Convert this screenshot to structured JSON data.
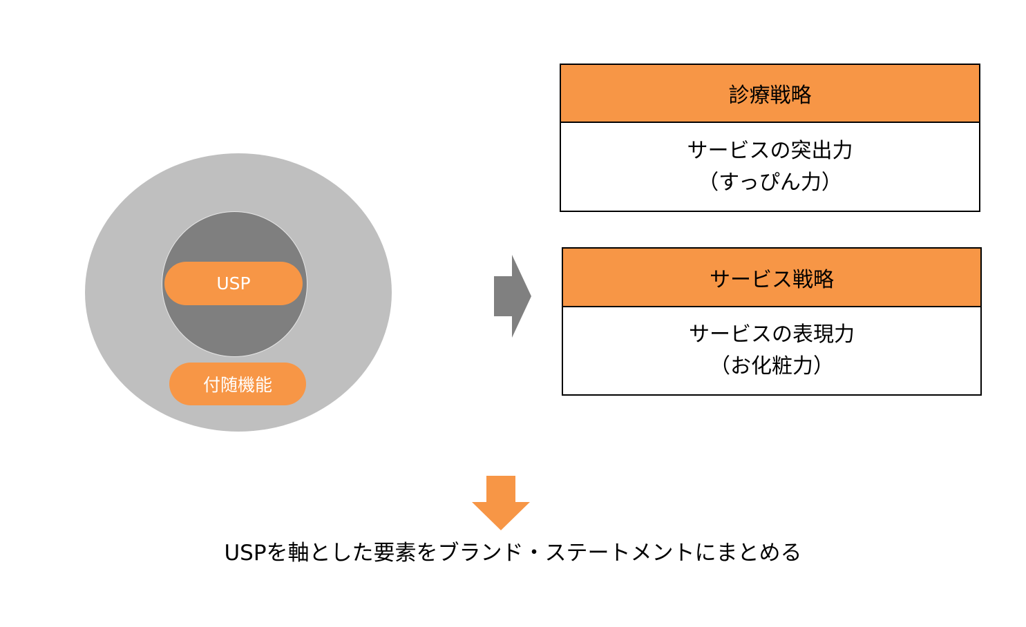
{
  "diagram": {
    "left": {
      "outer_circle_label": "",
      "core_label": "USP",
      "peripheral_label": "付随機能"
    },
    "strategies": [
      {
        "title": "診療戦略",
        "description_line1": "サービスの突出力",
        "description_line2": "（すっぴん力）"
      },
      {
        "title": "サービス戦略",
        "description_line1": "サービスの表現力",
        "description_line2": "（お化粧力）"
      }
    ],
    "conclusion": "USPを軸とした要素をブランド・ステートメントにまとめる",
    "icons": {
      "right_arrow": "right-arrow-icon",
      "down_arrow": "down-arrow-icon"
    },
    "colors": {
      "accent_orange": "#f79646",
      "outer_gray": "#bfbfbf",
      "inner_gray": "#7f7f7f",
      "arrow_gray": "#808080",
      "border": "#000000"
    }
  }
}
